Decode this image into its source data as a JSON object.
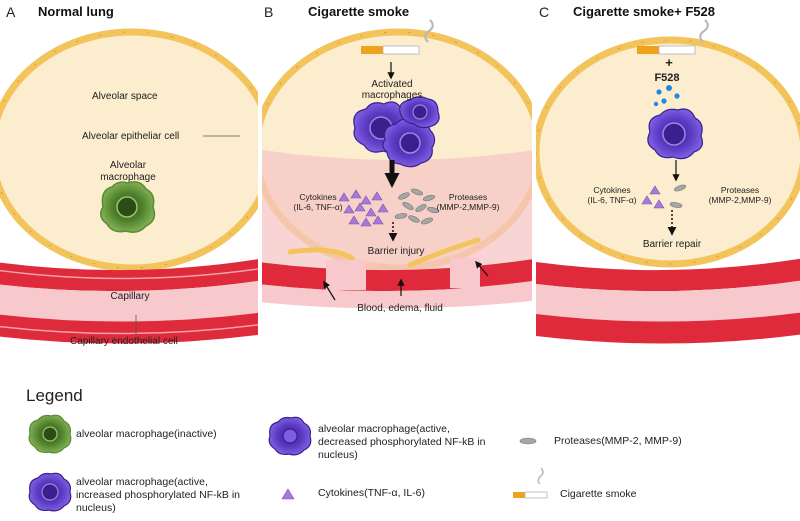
{
  "panels": {
    "a": {
      "letter": "A",
      "title": "Normal lung",
      "labels": {
        "alveolar_space": "Alveolar space",
        "epithelial_cell": "Alveolar epitheliar cell",
        "macrophage_line1": "Alveolar",
        "macrophage_line2": "macrophage",
        "capillary": "Capillary",
        "endothelial_cell": "Capillary endothelial cell"
      }
    },
    "b": {
      "letter": "B",
      "title": "Cigarette smoke",
      "labels": {
        "activated_line1": "Activated",
        "activated_line2": "macrophages",
        "cytokines_line1": "Cytokines",
        "cytokines_line2": "(IL-6, TNF-α)",
        "proteases_line1": "Proteases",
        "proteases_line2": "(MMP-2,MMP-9)",
        "barrier_injury": "Barrier injury",
        "blood_edema": "Blood, edema, fluid"
      }
    },
    "c": {
      "letter": "C",
      "title": "Cigarette smoke+ F528",
      "labels": {
        "plus": "+",
        "f528": "F528",
        "cytokines_line1": "Cytokines",
        "cytokines_line2": "(IL-6, TNF-α)",
        "proteases_line1": "Proteases",
        "proteases_line2": "(MMP-2,MMP-9)",
        "barrier_repair": "Barrier repair"
      }
    }
  },
  "legend": {
    "title": "Legend",
    "items": {
      "inactive_macrophage": "alveolar macrophage(inactive)",
      "active_increased": "alveolar macrophage(active, increased phosphorylated NF-kB in nucleus)",
      "active_decreased": "alveolar macrophage(active, decreased phosphorylated NF-kB in nucleus)",
      "cytokines": "Cytokines(TNF-α, IL-6)",
      "proteases": "Proteases(MMP-2, MMP-9)",
      "cigarette_smoke": "Cigarette smoke"
    }
  },
  "colors": {
    "alveolus_fill": "#fbedce",
    "epithelium": "#f3c45c",
    "vessel_red": "#de2a3b",
    "vessel_pink": "#f7c9cc",
    "inflamed_pink": "#f6c7c6",
    "macrophage_inactive": "#7fae52",
    "macrophage_active": "#7554d9",
    "cytokine": "#a67bd6",
    "protease": "#a6a6a6",
    "drug_dots": "#1e88e5",
    "cigarette_orange": "#f0a21c"
  }
}
